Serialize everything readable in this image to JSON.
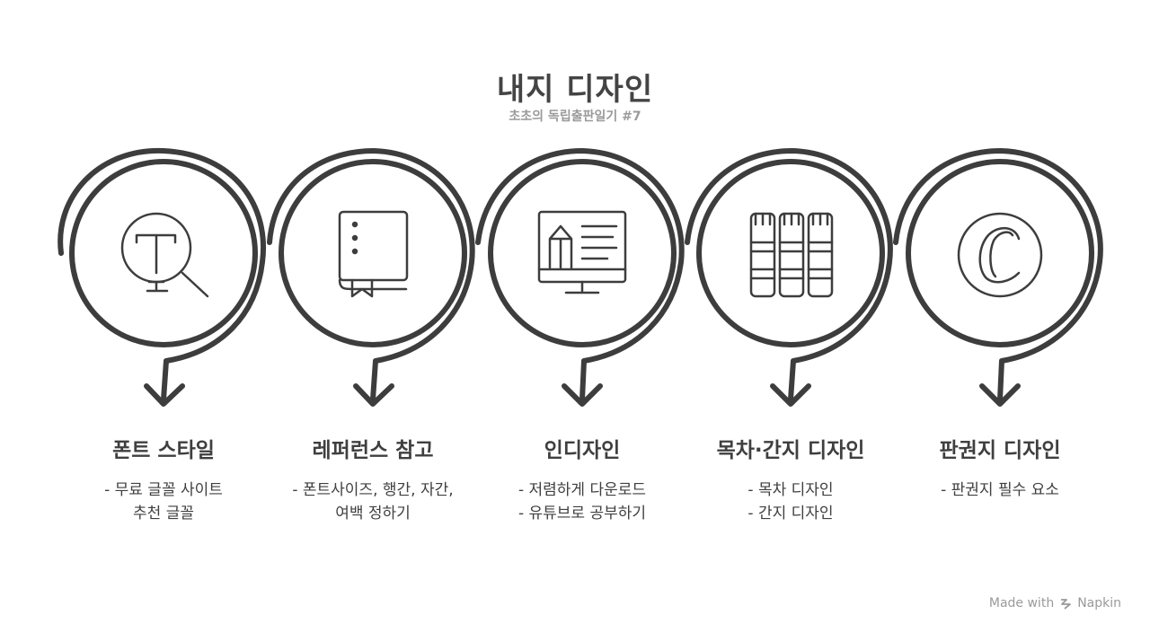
{
  "header": {
    "title": "내지 디자인",
    "subtitle": "초초의 독립출판일기 #7"
  },
  "steps": [
    {
      "label": "폰트 스타일",
      "icon": "font-magnifier-icon",
      "items": [
        "- 무료 글꼴 사이트",
        "추천 글꼴"
      ]
    },
    {
      "label": "레퍼런스 참고",
      "icon": "book-bookmark-icon",
      "items": [
        "- 폰트사이즈, 행간, 자간,",
        "여백 정하기"
      ]
    },
    {
      "label": "인디자인",
      "icon": "monitor-pencil-icon",
      "items": [
        "- 저렴하게 다운로드",
        "- 유튜브로 공부하기"
      ]
    },
    {
      "label": "목차·간지 디자인",
      "icon": "book-spines-icon",
      "items": [
        "- 목차 디자인",
        "- 간지 디자인"
      ]
    },
    {
      "label": "판권지 디자인",
      "icon": "copyright-icon",
      "items": [
        "- 판권지 필수 요소"
      ]
    }
  ],
  "footer": {
    "made_with": "Made with",
    "brand": "Napkin"
  },
  "colors": {
    "stroke": "#3d3d3d",
    "muted": "#9a9a9a"
  }
}
